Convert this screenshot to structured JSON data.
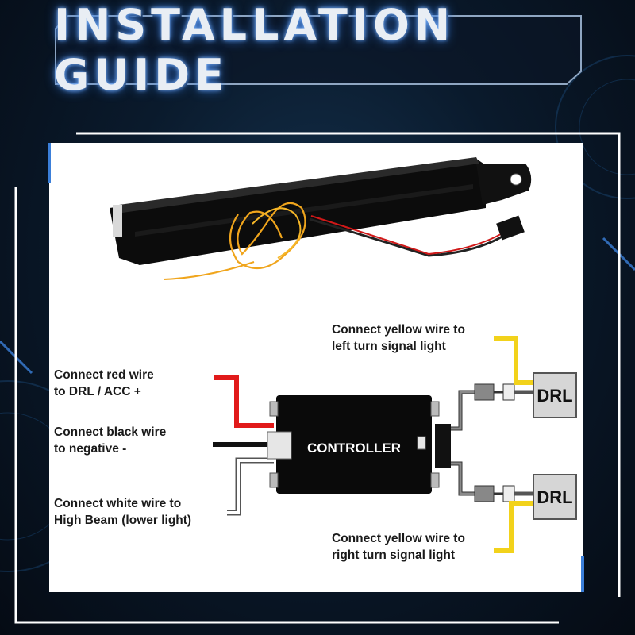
{
  "title": "INSTALLATION GUIDE",
  "controller": {
    "label": "CONTROLLER"
  },
  "drl_top": {
    "label": "DRL"
  },
  "drl_bottom": {
    "label": "DRL"
  },
  "labels": {
    "red": "Connect red wire\nto DRL / ACC +",
    "black": "Connect black wire\nto negative -",
    "white": "Connect white wire to\nHigh Beam (lower light)",
    "yellow_left": "Connect yellow wire to\nleft turn signal light",
    "yellow_right": "Connect yellow wire to\nright turn signal light"
  },
  "colors": {
    "red_wire": "#e11a1a",
    "black_wire": "#111111",
    "yellow_wire": "#f2d21b",
    "white_wire": "#ffffff",
    "accent": "#3b7fd9"
  }
}
